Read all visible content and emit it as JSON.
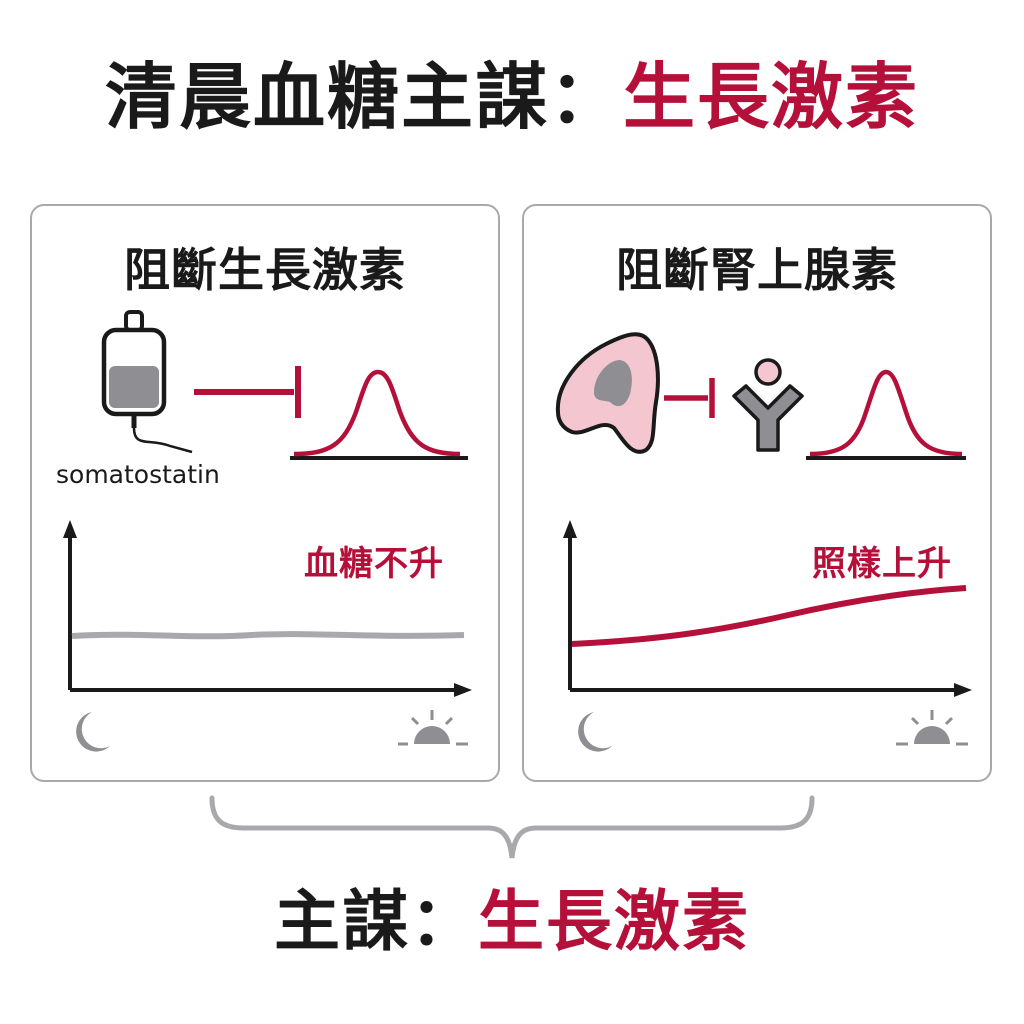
{
  "title": {
    "prefix": "清晨血糖主謀：",
    "highlight": "生長激素"
  },
  "panels": [
    {
      "title": "阻斷生長激素",
      "drug_label": "somatostatin",
      "result_label": "血糖不升"
    },
    {
      "title": "阻斷腎上腺素",
      "result_label": "照樣上升"
    }
  ],
  "conclusion": {
    "prefix": "主謀：",
    "highlight": "生長激素"
  },
  "colors": {
    "accent": "#b5103a",
    "text": "#1a1a1a",
    "gray": "#8e8e93",
    "light_gray": "#a9a9ad",
    "pink": "#f4c6cf"
  },
  "icons": [
    "iv-bag-icon",
    "inhibit-icon",
    "hormone-peak-icon",
    "adrenal-gland-icon",
    "receptor-icon",
    "moon-icon",
    "sunrise-icon"
  ]
}
